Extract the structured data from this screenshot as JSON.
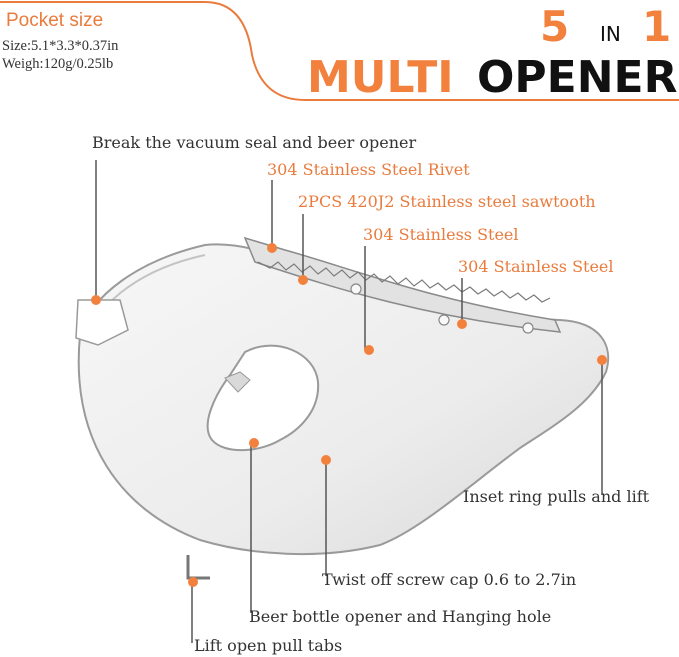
{
  "header": {
    "spec_title": "Pocket size",
    "size": "Size:5.1*3.3*0.37in",
    "weight": "Weigh:120g/0.25lb",
    "five": "5",
    "in": "IN",
    "one": "1",
    "multi": "MULTI",
    "opener": "OPENER"
  },
  "callouts": {
    "vacuum": "Break the vacuum seal and beer opener",
    "rivet": "304 Stainless Steel Rivet",
    "sawtooth": "2PCS 420J2 Stainless steel sawtooth",
    "steel1": "304 Stainless Steel",
    "steel2": "304 Stainless Steel",
    "ring": "Inset ring pulls and lift",
    "twist": "Twist off screw cap 0.6 to 2.7in",
    "bottle": "Beer bottle opener and Hanging hole",
    "tabs": "Lift open pull tabs"
  },
  "colors": {
    "accent": "#f2813e",
    "text": "#333333"
  }
}
